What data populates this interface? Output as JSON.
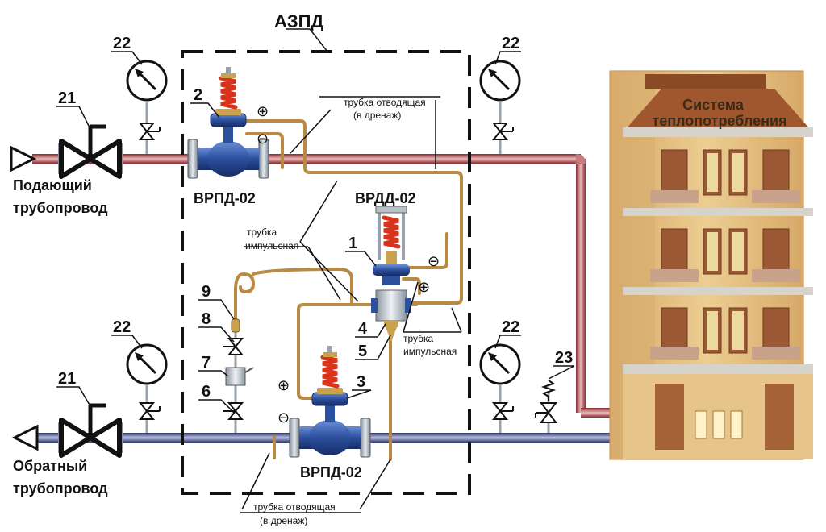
{
  "title": "АЗПД",
  "building": {
    "line1": "Система",
    "line2": "теплопотребления"
  },
  "supply": {
    "line1": "Подающий",
    "line2": "трубопровод"
  },
  "return": {
    "line1": "Обратный",
    "line2": "трубопровод"
  },
  "valves": {
    "top": "ВРПД-02",
    "middle": "ВРДД-02",
    "bottom": "ВРПД-02"
  },
  "tubes": {
    "drain_top_1": "трубка  отводящая",
    "drain_top_2": "(в дренаж)",
    "impulse_left_1": "трубка",
    "impulse_left_2": "импульсная",
    "impulse_right_1": "трубка",
    "impulse_right_2": "импульсная",
    "drain_bottom_1": "трубка  отводящая",
    "drain_bottom_2": "(в дренаж)"
  },
  "signs": {
    "plus": "⊕",
    "minus": "⊖"
  },
  "numbers": {
    "n1": "1",
    "n2": "2",
    "n3": "3",
    "n4": "4",
    "n5": "5",
    "n6": "6",
    "n7": "7",
    "n8": "8",
    "n9": "9",
    "n21a": "21",
    "n21b": "21",
    "n22a": "22",
    "n22b": "22",
    "n22c": "22",
    "n22d": "22",
    "n23": "23"
  },
  "colors": {
    "supply_pipe": "#b5474c",
    "return_pipe": "#4e5a9a",
    "impulse_tube": "#c89a52",
    "valve_body": "#2c4f9e",
    "spring": "#d9331c",
    "building": "#e2b978",
    "dashed_frame": "#111111"
  },
  "icons": {
    "gauge": "pressure-gauge-icon",
    "valve": "gate-valve-icon",
    "arrow": "flow-arrow-icon"
  }
}
